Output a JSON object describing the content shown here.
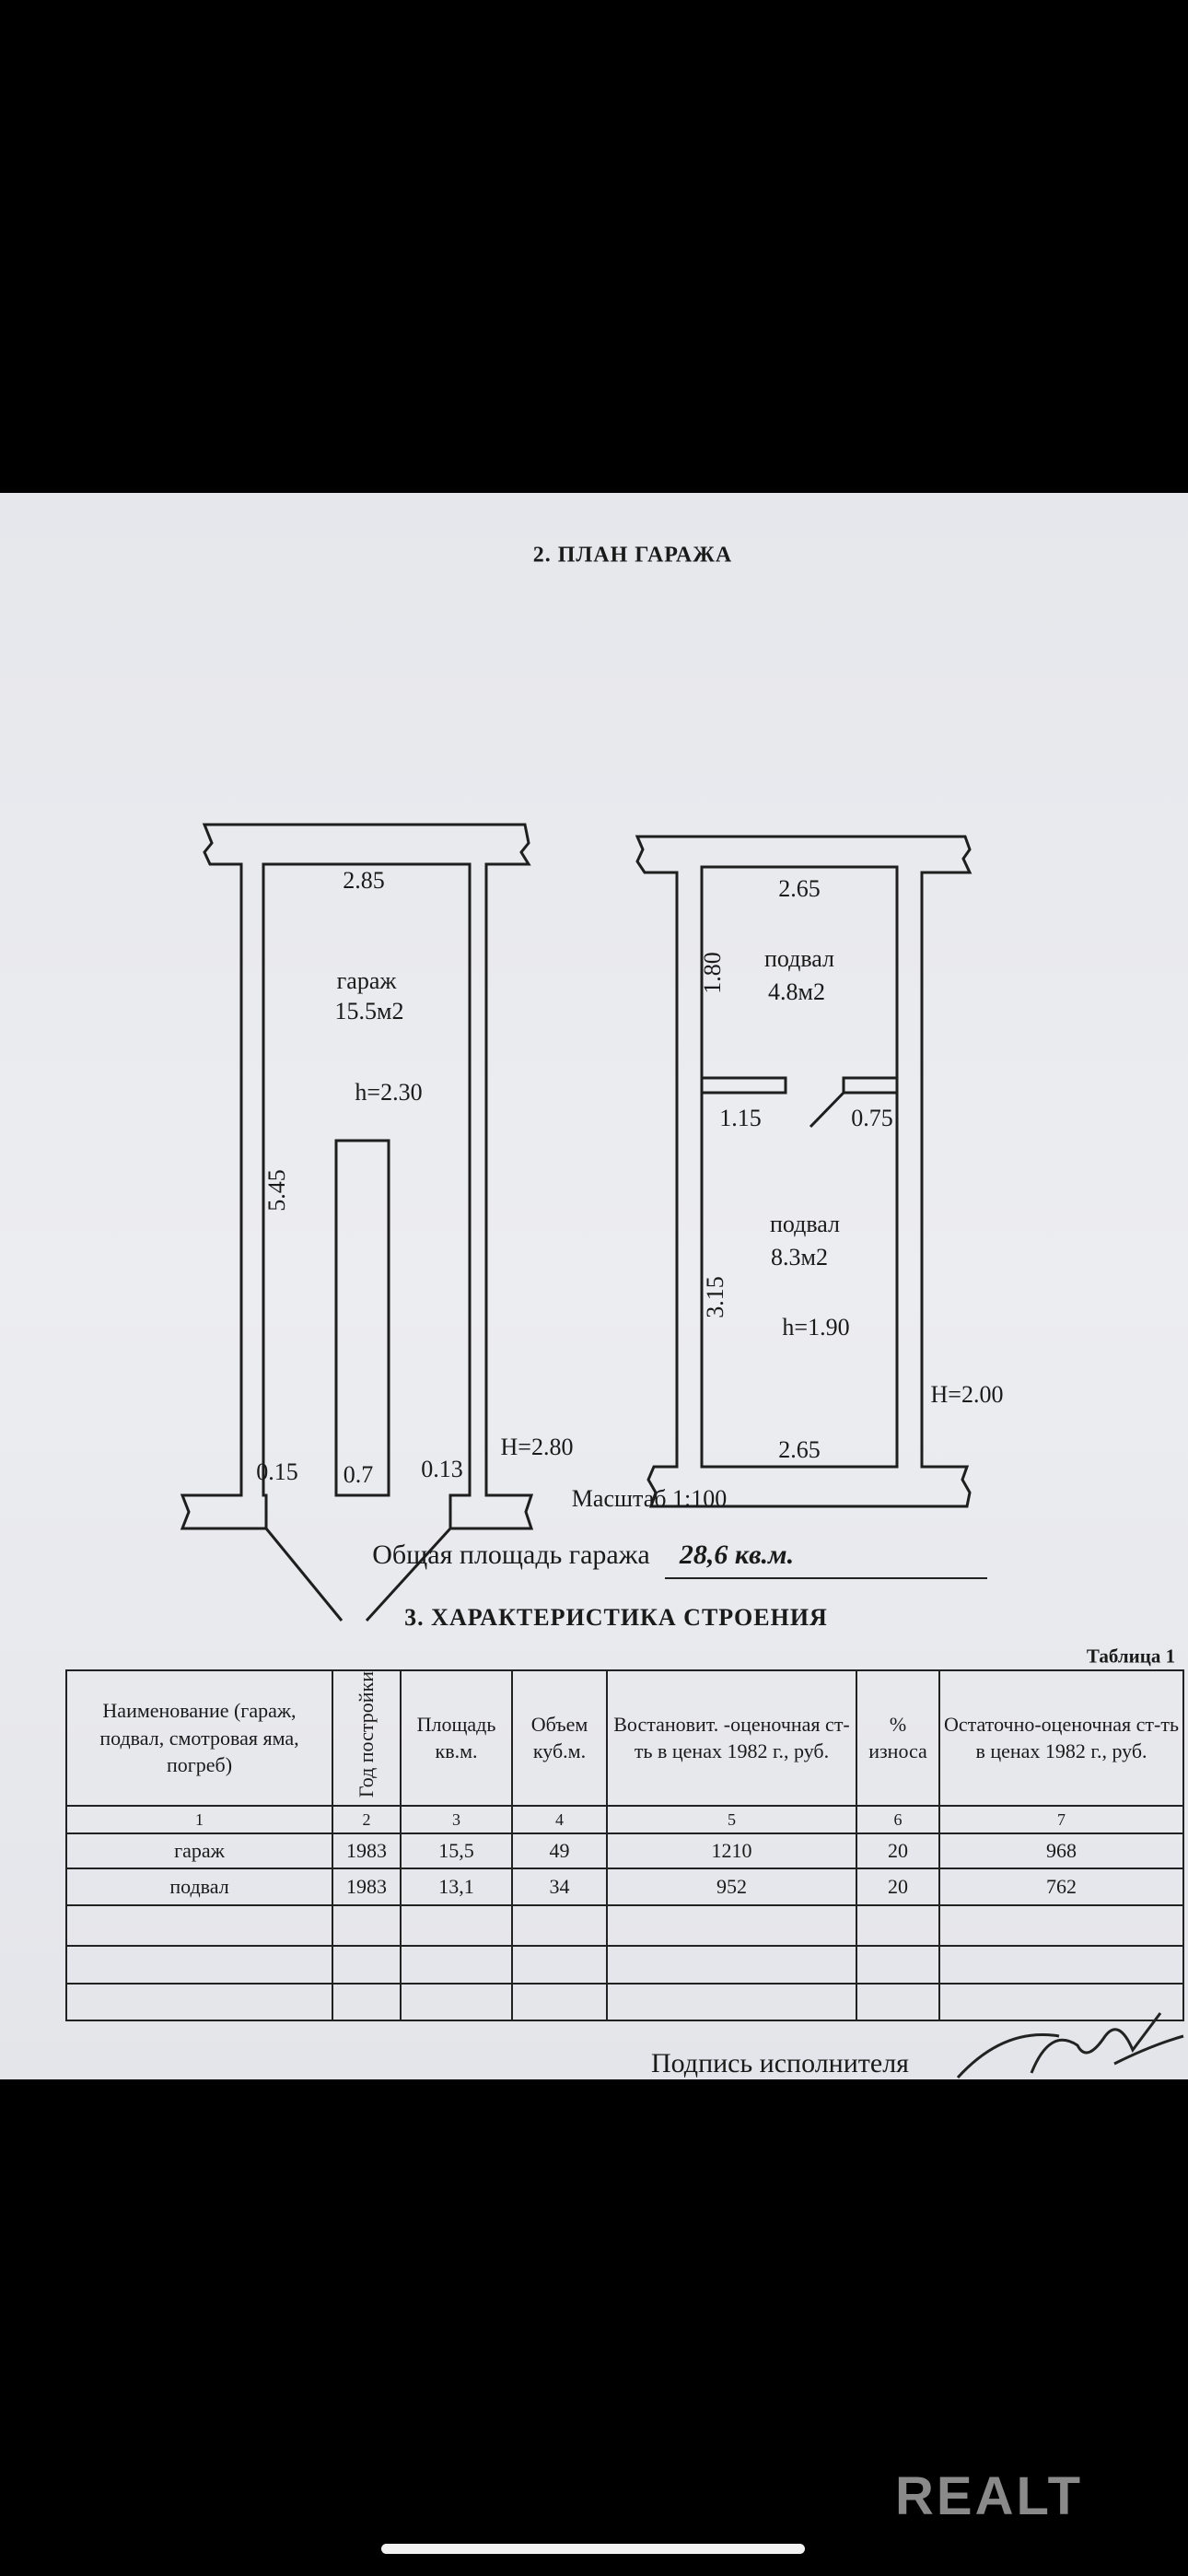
{
  "plan_title": "2. ПЛАН ГАРАЖА",
  "garage_plan": {
    "width_top": "2.85",
    "room_name": "гараж",
    "room_area": "15.5м2",
    "room_height": "h=2.30",
    "length": "5.45",
    "left_offset": "0.15",
    "pit_width": "0.7",
    "right_offset": "0.13",
    "total_height": "H=2.80"
  },
  "cellar_plan": {
    "width_top": "2.65",
    "upper_length": "1.80",
    "upper_name": "подвал",
    "upper_area": "4.8м2",
    "partition_left": "1.15",
    "partition_right": "0.75",
    "lower_name": "подвал",
    "lower_area": "8.3м2",
    "lower_length": "3.15",
    "room_height": "h=1.90",
    "total_height": "H=2.00",
    "width_bottom": "2.65"
  },
  "scale": "Масштаб 1:100",
  "total_area_label": "Общая площадь гаража",
  "total_area_value": "28,6 кв.м.",
  "section_title": "3. ХАРАКТЕРИСТИКА СТРОЕНИЯ",
  "table_label": "Таблица 1",
  "table": {
    "headers": [
      "Наименование (гараж, подвал, смотровая яма, погреб)",
      "Год постройки",
      "Площадь кв.м.",
      "Объем куб.м.",
      "Востановит. -оценочная ст-ть в ценах 1982 г., руб.",
      "% износа",
      "Остаточно-оценочная ст-ть в ценах 1982 г., руб."
    ],
    "numbers": [
      "1",
      "2",
      "3",
      "4",
      "5",
      "6",
      "7"
    ],
    "rows": [
      [
        "гараж",
        "1983",
        "15,5",
        "49",
        "1210",
        "20",
        "968"
      ],
      [
        "подвал",
        "1983",
        "13,1",
        "34",
        "952",
        "20",
        "762"
      ]
    ]
  },
  "signature_label": "Подпись исполнителя",
  "watermark": "REALT"
}
